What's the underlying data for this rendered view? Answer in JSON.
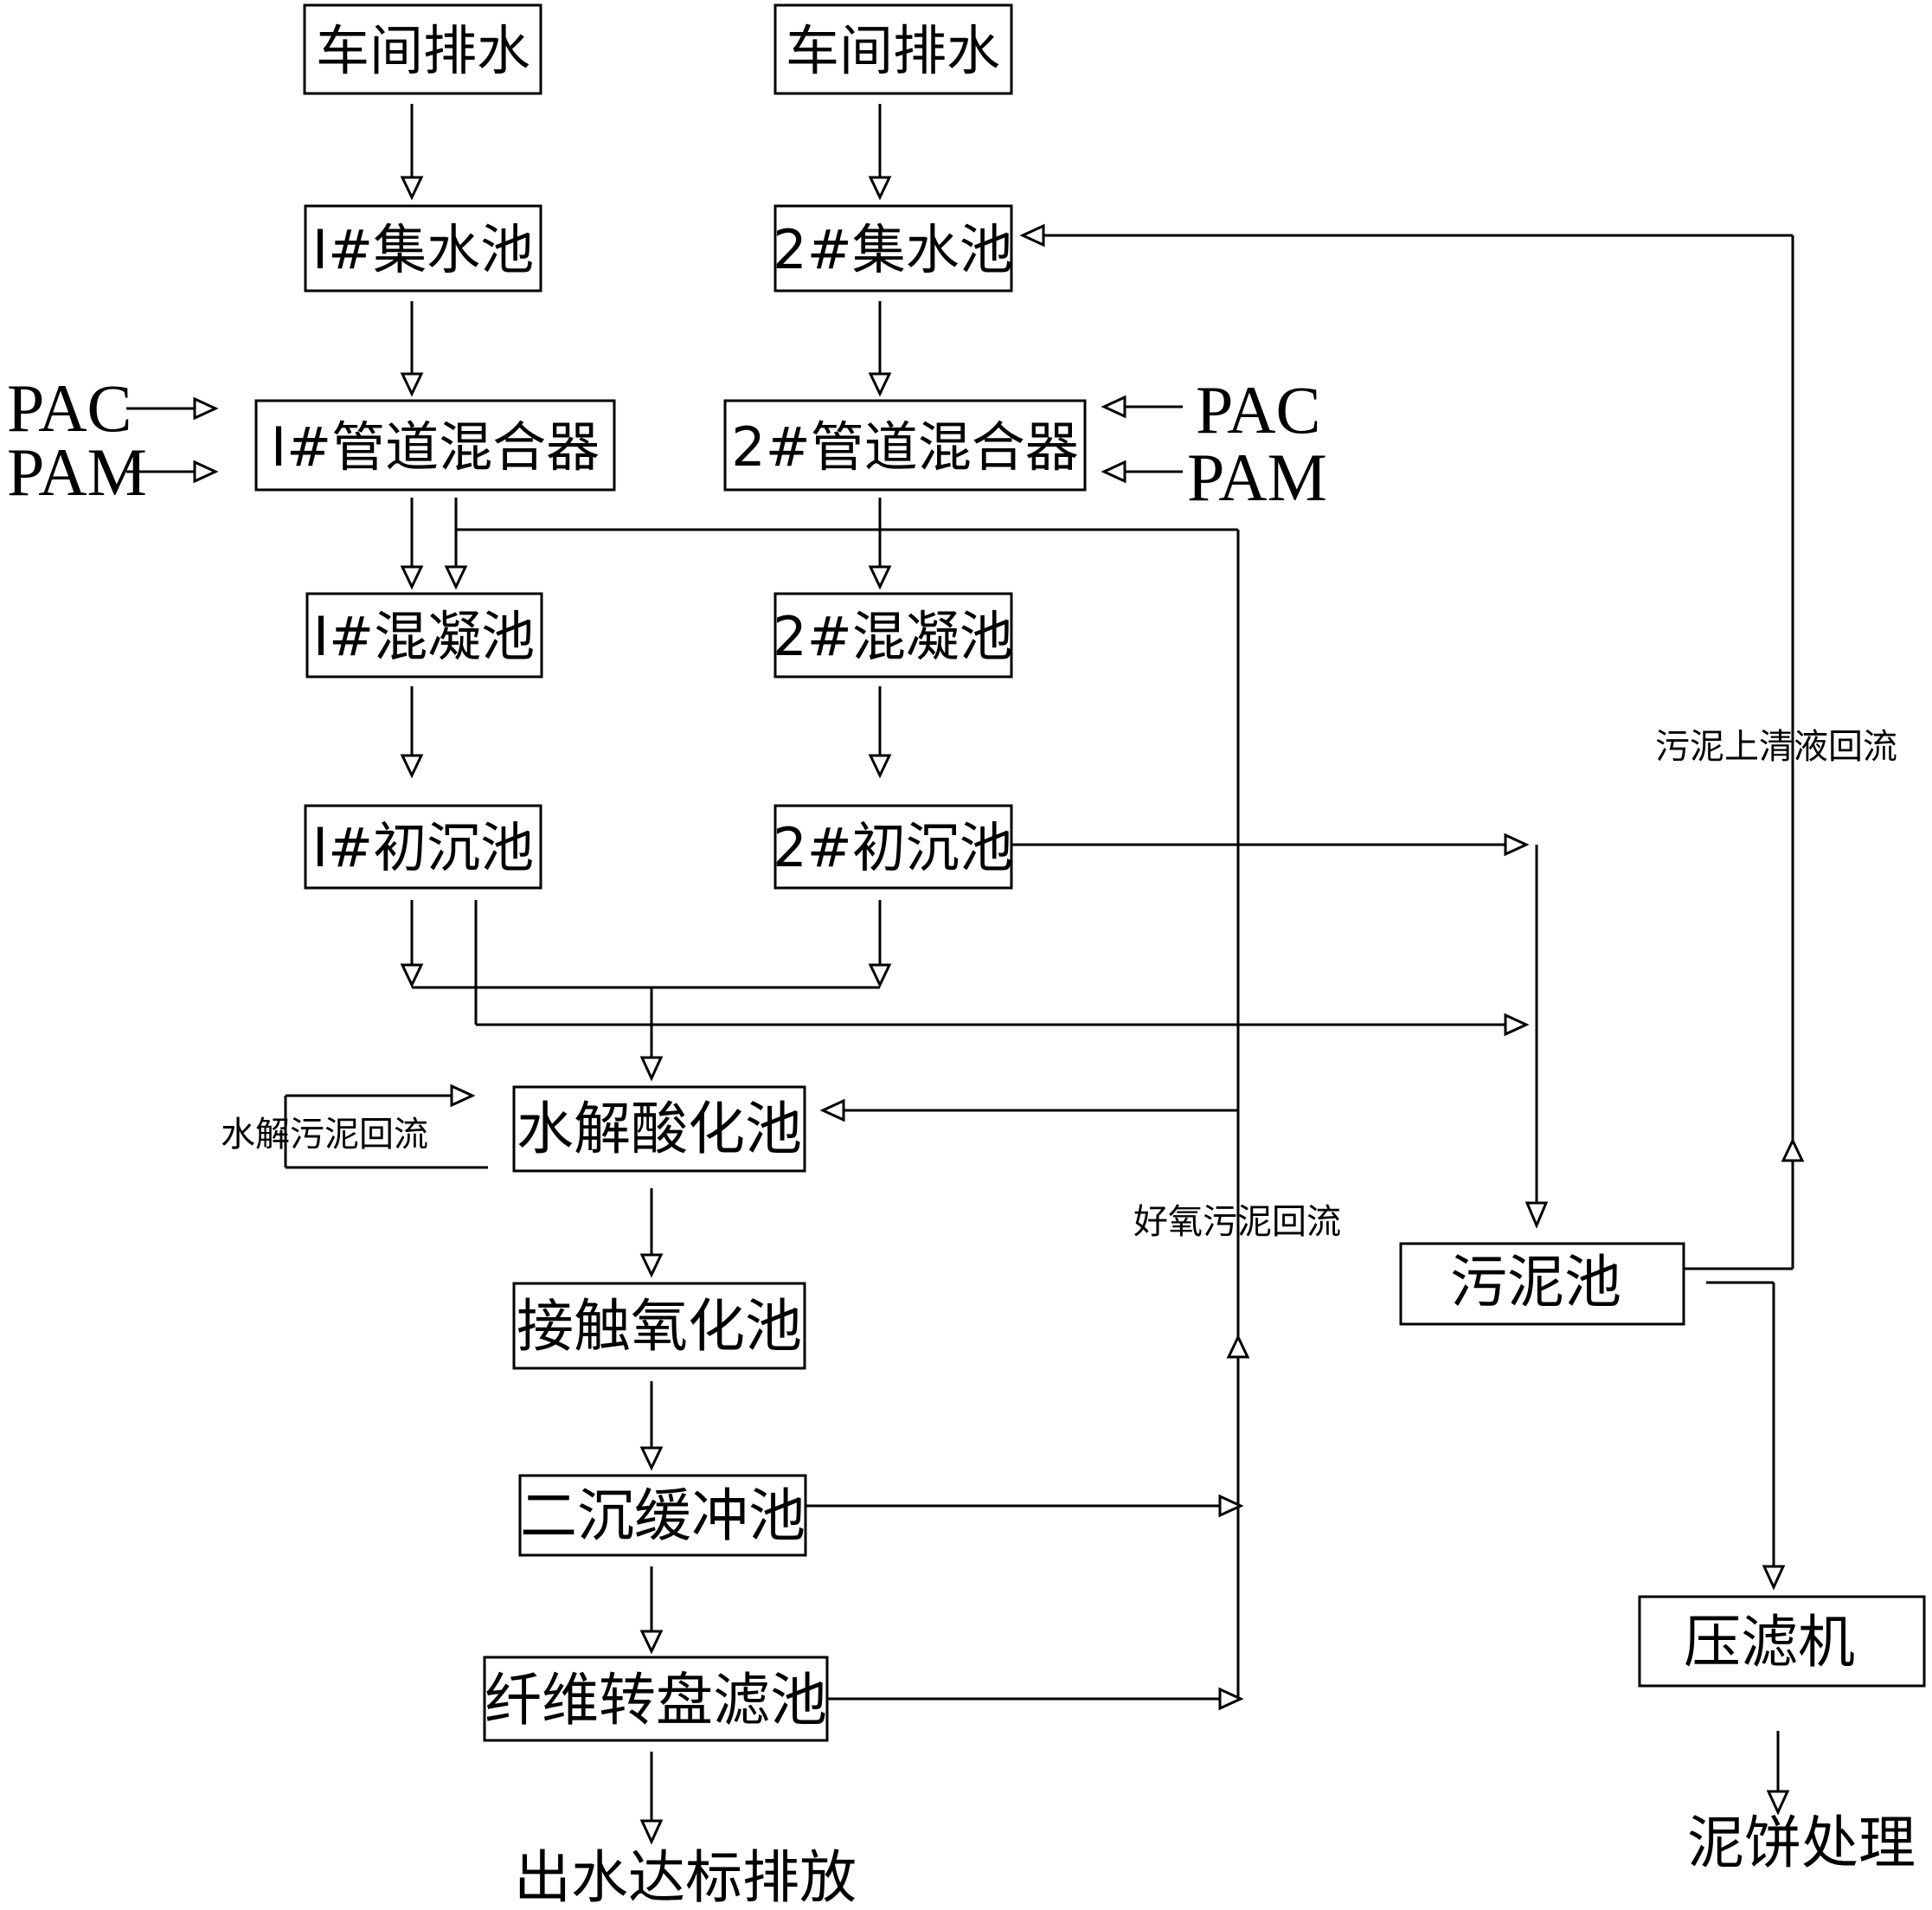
{
  "nodes": {
    "workshop_drain_1": "车间排水",
    "workshop_drain_2": "车间排水",
    "collect_tank_1": "I#集水池",
    "collect_tank_2": "2#集水池",
    "pipe_mixer_1": "I#管道混合器",
    "pipe_mixer_2": "2#管道混合器",
    "coag_tank_1": "I#混凝池",
    "coag_tank_2": "2#混凝池",
    "primary_settle_1": "I#初沉池",
    "primary_settle_2": "2#初沉池",
    "hydrolysis_tank": "水解酸化池",
    "contact_oxidation": "接触氧化池",
    "secondary_buffer": "二沉缓冲池",
    "fiber_disc_filter": "纤维转盘滤池",
    "effluent": "出水达标排放",
    "sludge_tank": "污泥池",
    "filter_press": "压滤机",
    "sludge_cake": "泥饼处理"
  },
  "reagents": {
    "pac_left": "PAC",
    "pam_left": "PAM",
    "pac_right": "PAC",
    "pam_right": "PAM"
  },
  "flow_labels": {
    "hydrolysis_return": "水解污泥回流",
    "aerobic_return": "好氧污泥回流",
    "supernatant_return": "污泥上清液回流"
  }
}
